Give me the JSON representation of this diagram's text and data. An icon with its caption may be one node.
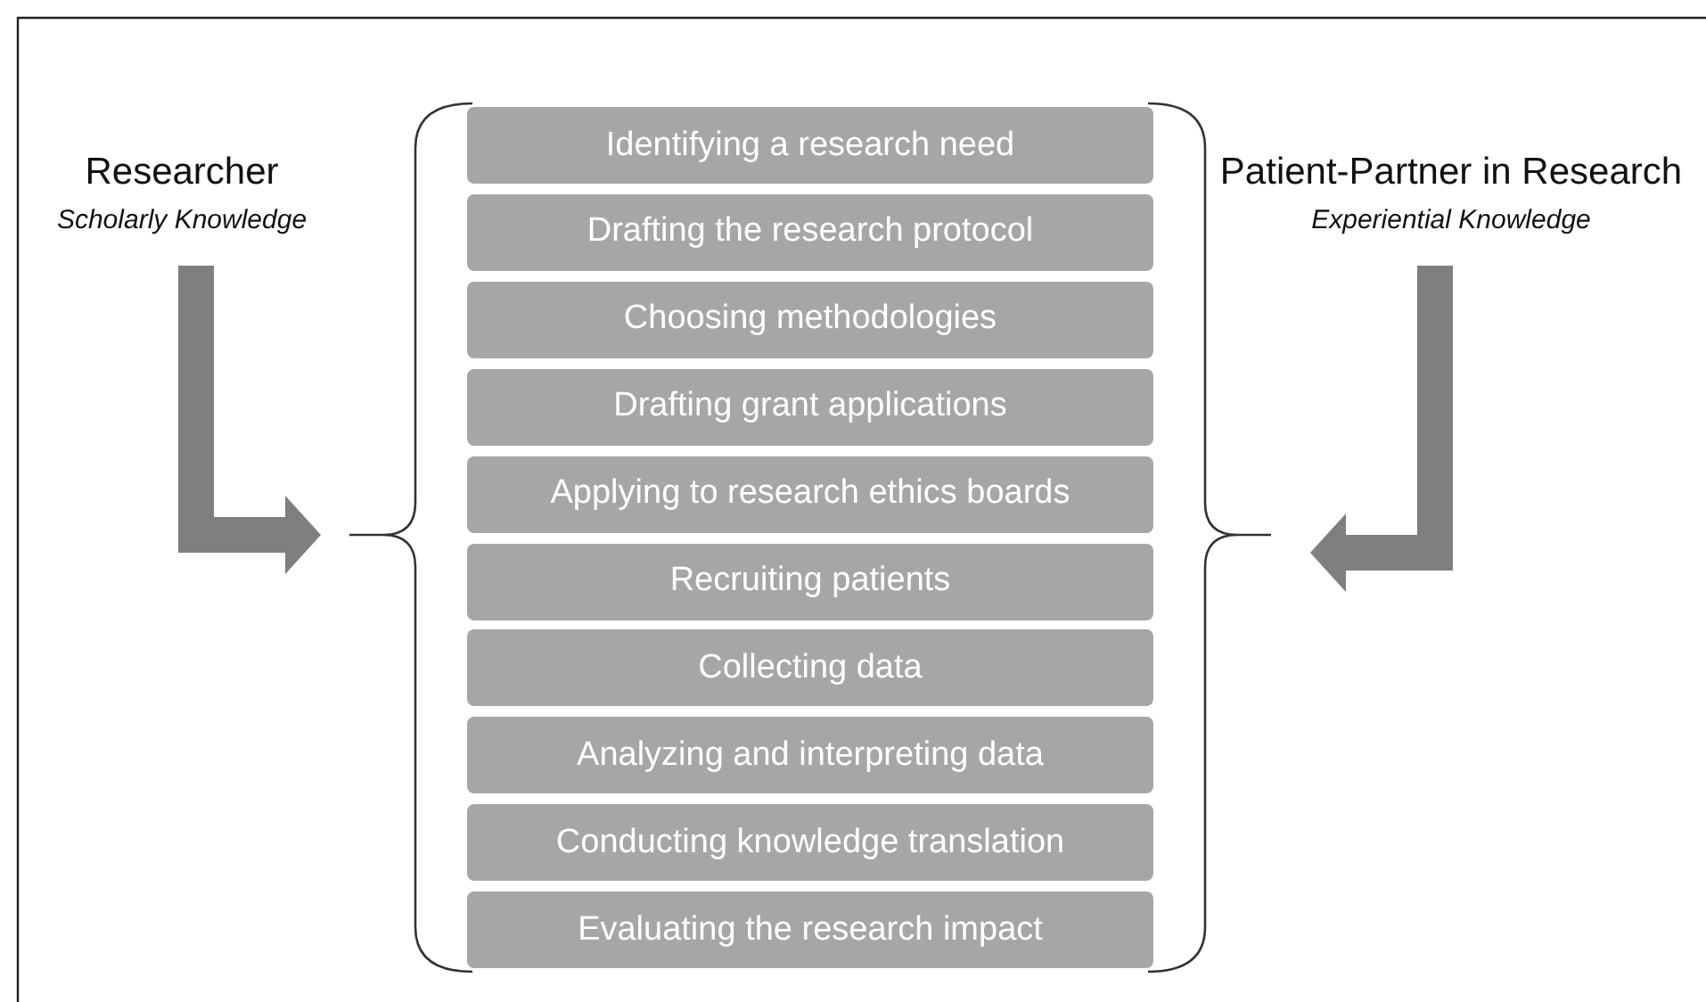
{
  "diagram": {
    "nodes": [
      {
        "text": [
          "Researcher",
          "Scholarly Knowledge"
        ]
      },
      {
        "text": [
          "Patient-Partner in Research",
          "Experiential Knowledge"
        ]
      },
      {
        "text": [
          "Identifying a research need"
        ]
      },
      {
        "text": [
          "Drafting the research protocol"
        ]
      },
      {
        "text": [
          "Choosing methodologies"
        ]
      },
      {
        "text": [
          "Drafting grant applications"
        ]
      },
      {
        "text": [
          "Applying to research ethics boards"
        ]
      },
      {
        "text": [
          "Recruiting patients"
        ]
      },
      {
        "text": [
          "Collecting data"
        ]
      },
      {
        "text": [
          "Analyzing and interpreting data"
        ]
      },
      {
        "text": [
          "Conducting knowledge translation"
        ]
      },
      {
        "text": [
          "Evaluating the research impact"
        ]
      }
    ],
    "edges": [
      {
        "from": 0,
        "to": null,
        "arrow": "to"
      },
      {
        "from": 1,
        "to": null,
        "arrow": "to"
      }
    ]
  }
}
